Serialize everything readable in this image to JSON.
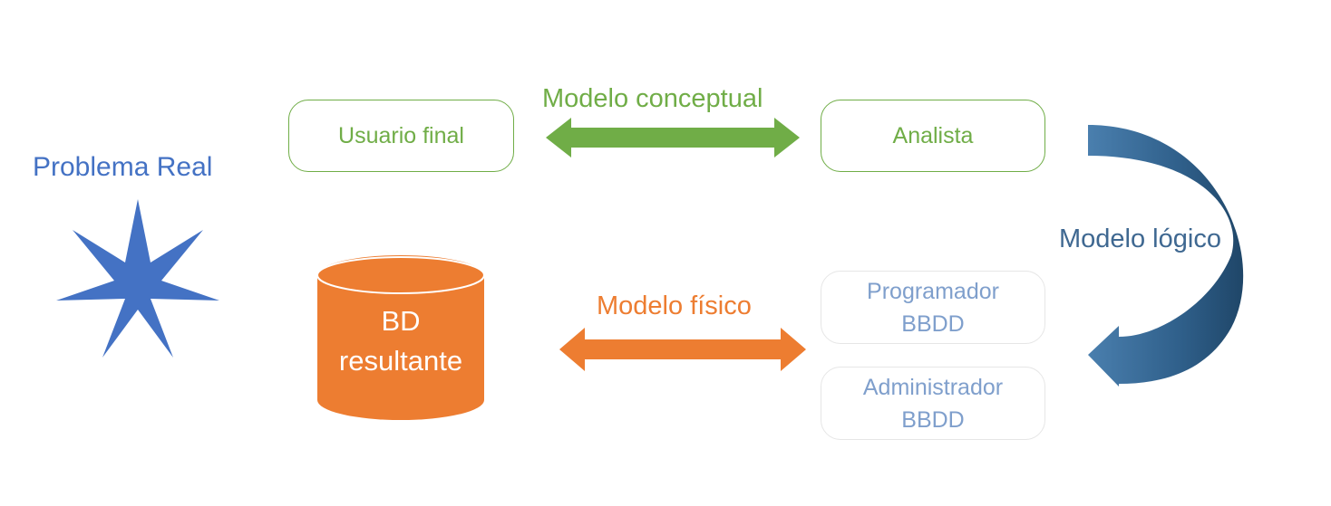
{
  "problem_label": "Problema Real",
  "nodes": {
    "user": "Usuario final",
    "analyst": "Analista",
    "programmer": [
      "Programador",
      "BBDD"
    ],
    "administrator": [
      "Administrador",
      "BBDD"
    ],
    "database": [
      "BD",
      "resultante"
    ]
  },
  "edges": {
    "conceptual": "Modelo conceptual",
    "logical": "Modelo lógico",
    "physical": "Modelo físico"
  },
  "colors": {
    "green": "#70ad47",
    "orange": "#ed7d31",
    "blue": "#4472c4",
    "navy": "#2f5f8a",
    "faint_text": "#7f9fcc"
  },
  "icons": {
    "problem": "star-icon",
    "database": "database-cylinder-icon",
    "conceptual_link": "double-arrow-icon",
    "physical_link": "double-arrow-icon",
    "logical_link": "curved-arrow-icon"
  }
}
